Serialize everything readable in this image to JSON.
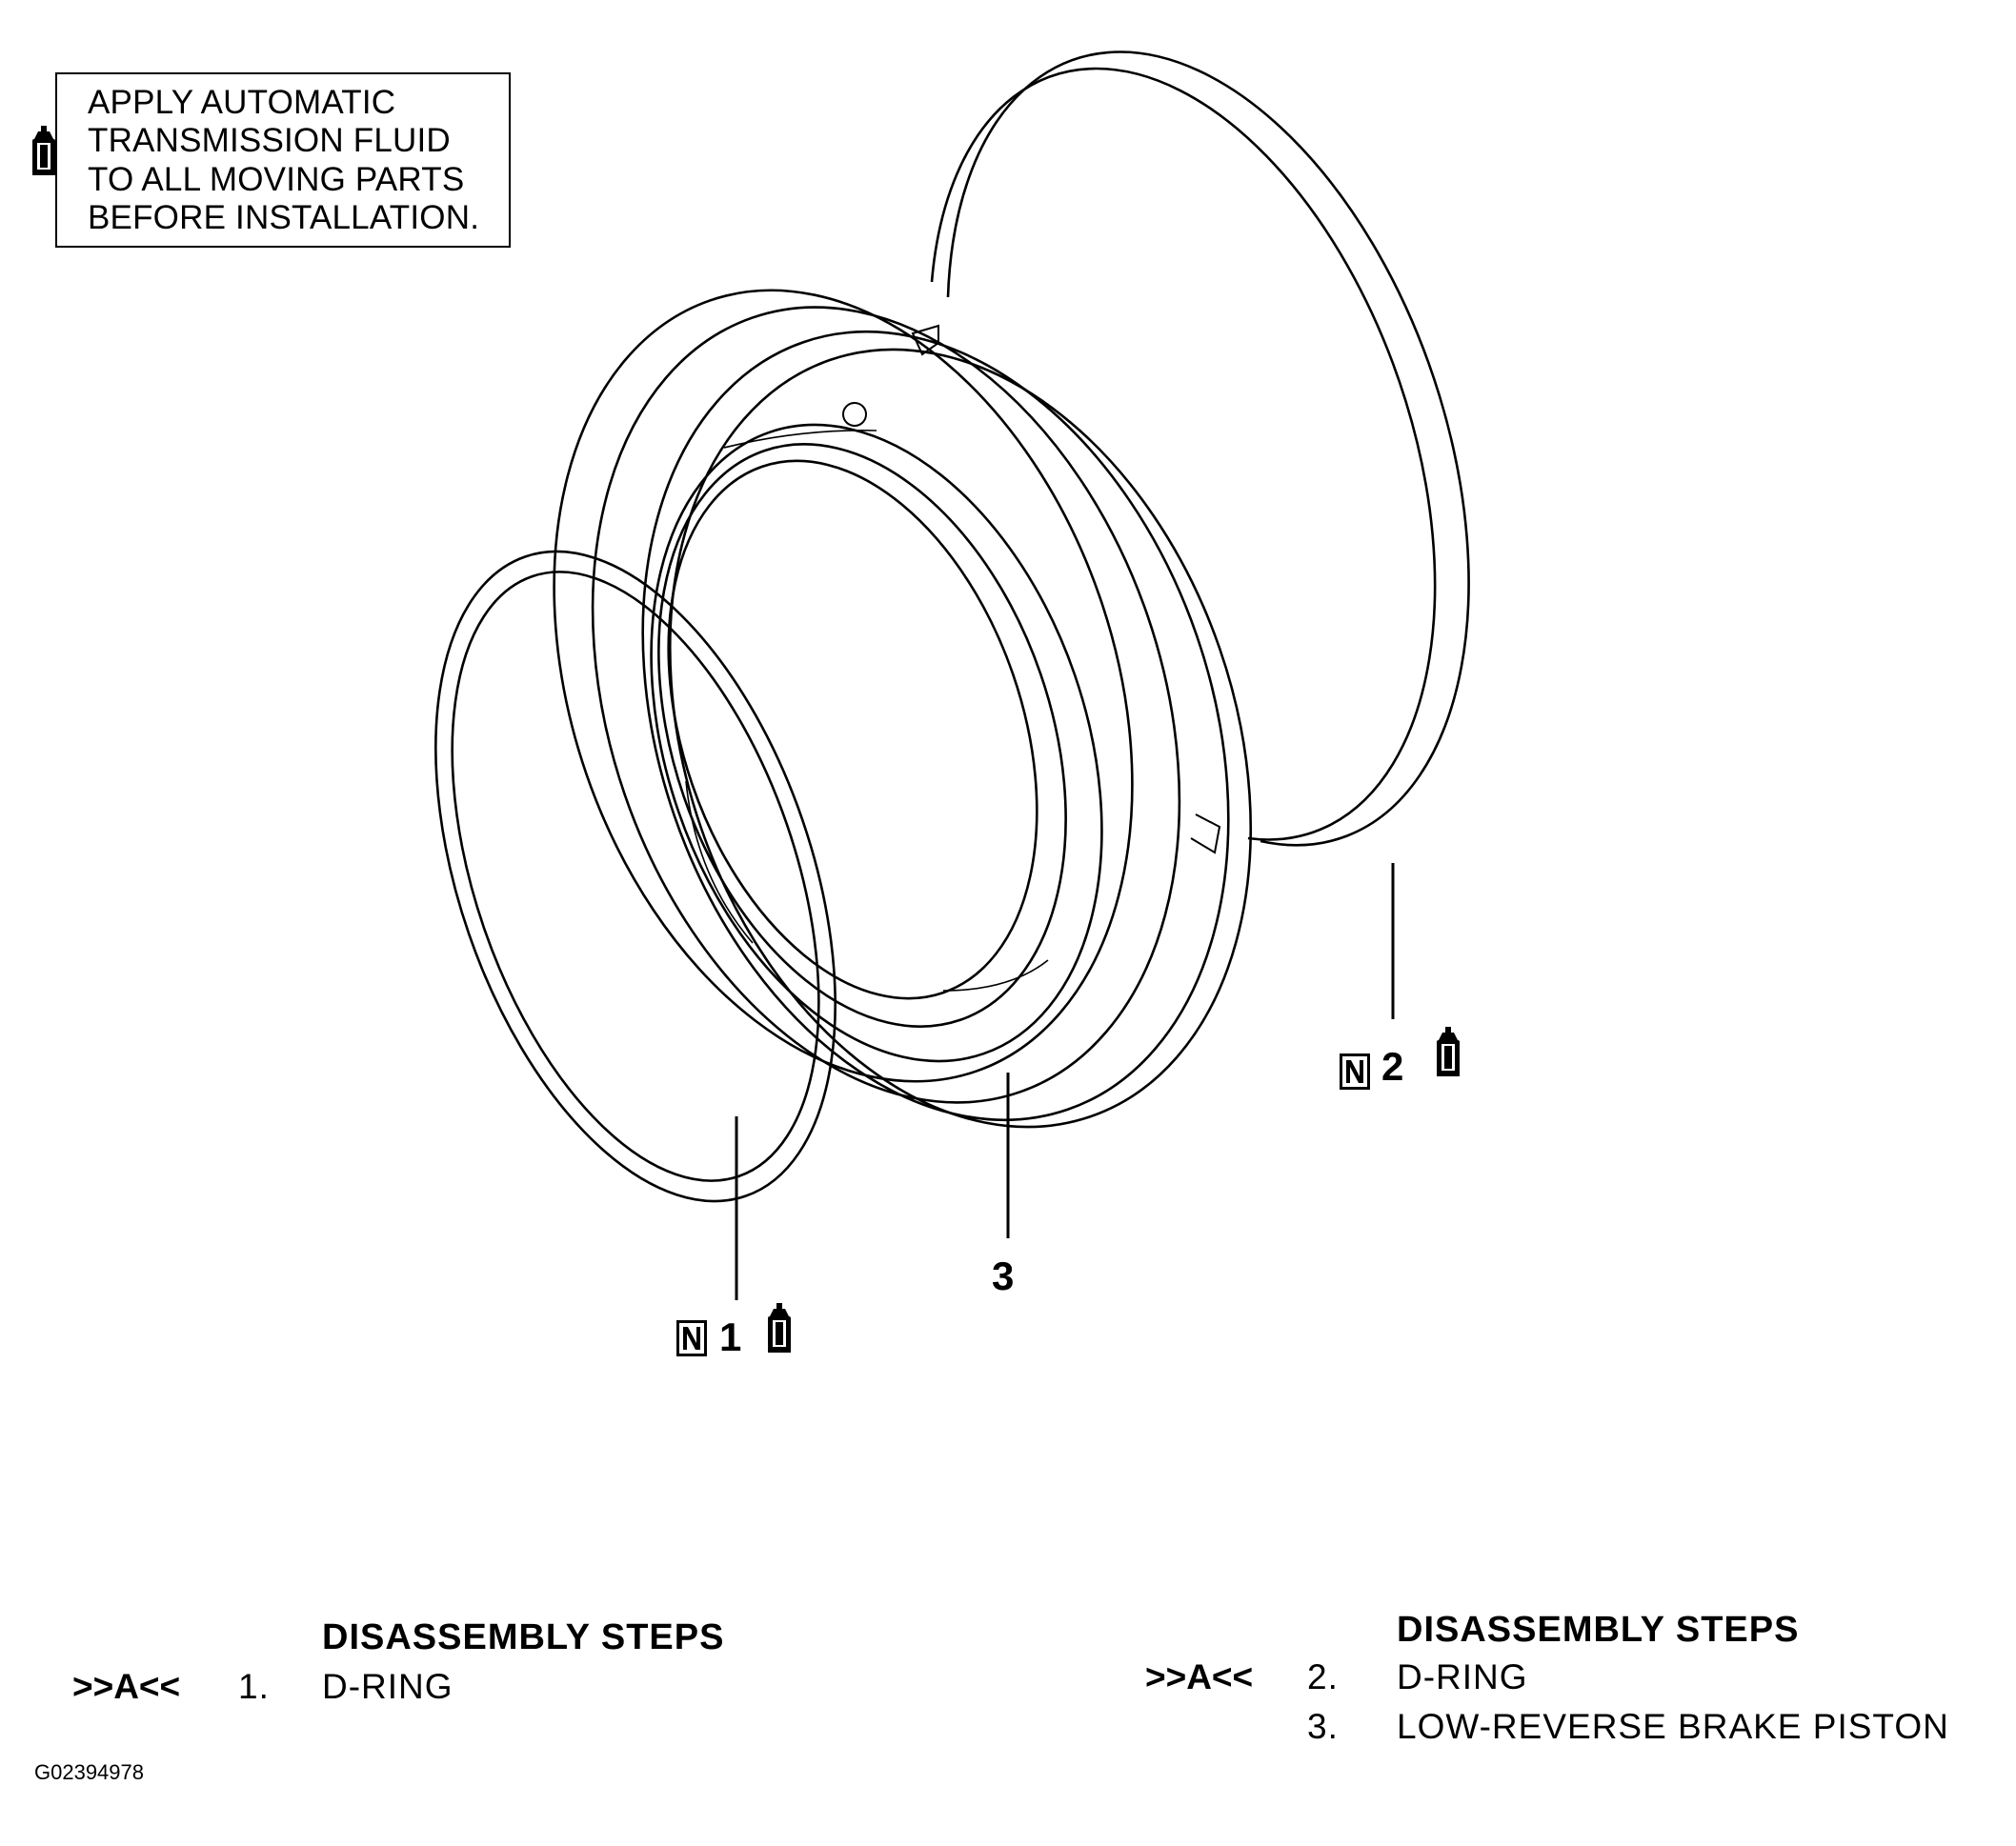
{
  "note": {
    "lines": [
      "APPLY AUTOMATIC",
      "TRANSMISSION FLUID",
      "TO ALL MOVING PARTS",
      "BEFORE INSTALLATION."
    ]
  },
  "callouts": [
    {
      "number": "1",
      "badge": "N"
    },
    {
      "number": "2",
      "badge": "N"
    },
    {
      "number": "3"
    }
  ],
  "steps_left": {
    "heading": "DISASSEMBLY STEPS",
    "ref": ">>A<<",
    "items": [
      {
        "num": "1.",
        "text": "D-RING"
      }
    ]
  },
  "steps_right": {
    "heading": "DISASSEMBLY STEPS",
    "ref": ">>A<<",
    "items": [
      {
        "num": "2.",
        "text": "D-RING"
      },
      {
        "num": "3.",
        "text": "LOW-REVERSE BRAKE PISTON"
      }
    ]
  },
  "figure_code": "G02394978",
  "icons": [
    "fluid-can-icon",
    "new-part-icon"
  ],
  "colors": {
    "line": "#000000",
    "background": "#ffffff"
  }
}
